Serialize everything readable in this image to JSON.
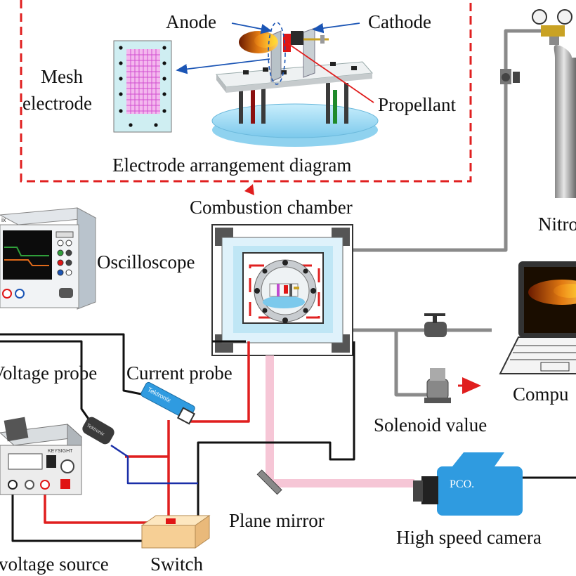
{
  "labels": {
    "anode": "Anode",
    "cathode": "Cathode",
    "mesh_electrode_line1": "Mesh",
    "mesh_electrode_line2": "electrode",
    "propellant": "Propellant",
    "electrode_arrangement": "Electrode arrangement diagram",
    "combustion_chamber": "Combustion chamber",
    "oscilloscope": "Oscilloscope",
    "nitrogen": "Nitro",
    "voltage_probe": "Voltage probe",
    "current_probe": "Current probe",
    "computer": "Compu",
    "solenoid_valve": "Solenoid value",
    "plane_mirror": "Plane mirror",
    "high_speed_camera": "High speed camera",
    "voltage_source": "voltage source",
    "switch": "Switch"
  },
  "device_text": {
    "camera_brand": "PCO.",
    "source_brand": "KEYSIGHT",
    "probe_brand": "Tektronix",
    "scope_brand": "ix"
  },
  "colors": {
    "red_wire": "#e01e1e",
    "black_wire": "#111111",
    "blue_wire": "#1a2fa8",
    "gas_pipe": "#8a8a8a",
    "dashed_box": "#e02020",
    "laser_path": "#f6c6d6",
    "camera_body": "#2f9be0"
  }
}
